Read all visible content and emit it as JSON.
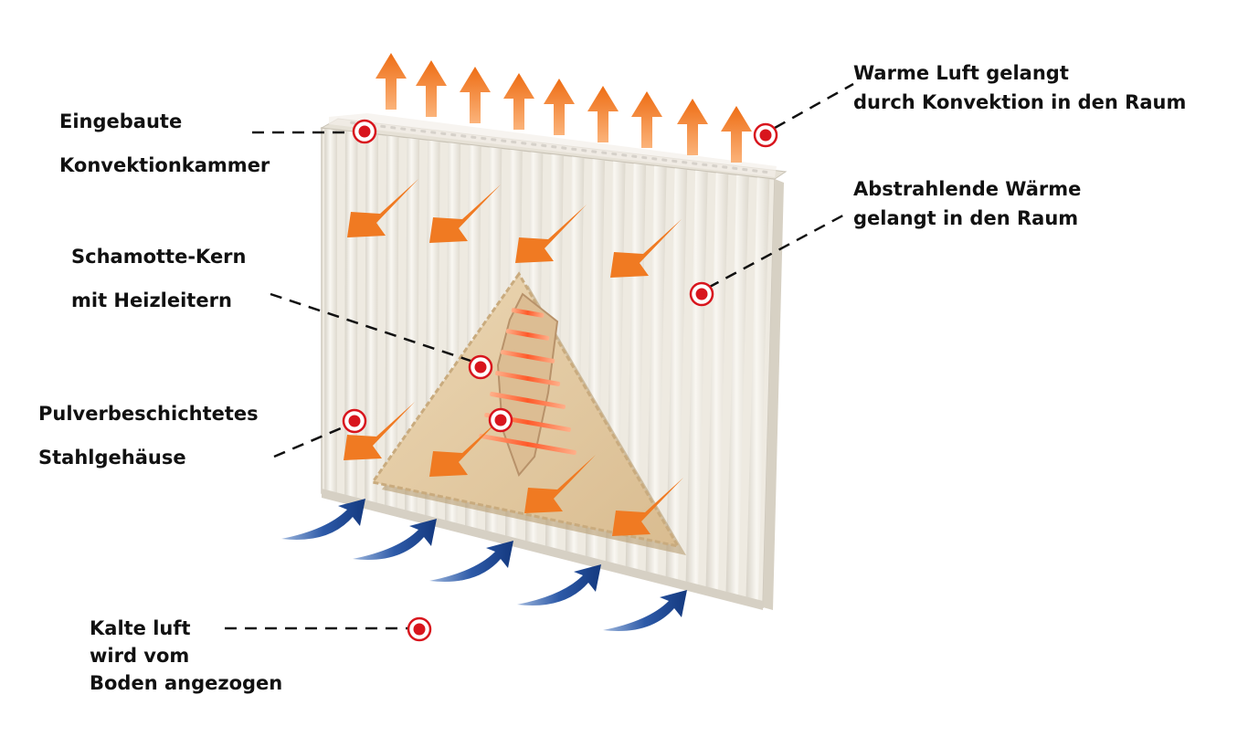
{
  "labels": {
    "convection_chamber": {
      "line1": "Eingebaute",
      "line2": "Konvektionkammer"
    },
    "warm_air": {
      "line1": "Warme Luft gelangt",
      "line2": "durch Konvektion in den Raum"
    },
    "radiant_heat": {
      "line1": "Abstrahlende Wärme",
      "line2": "gelangt in den Raum"
    },
    "fireclay_core": {
      "line1": "Schamotte-Kern",
      "line2": "mit Heizleitern"
    },
    "steel_housing": {
      "line1": "Pulverbeschichtetes",
      "line2": "Stahlgehäuse"
    },
    "cold_air": {
      "line1": "Kalte luft",
      "line2": "wird vom",
      "line3": "Boden angezogen"
    }
  },
  "colors": {
    "radiator_body": "#eeeae1",
    "radiator_edge": "#d2cdc2",
    "core": "#e2c8a0",
    "heating_wire": "#ff7a4d",
    "warm_arrow": "#f07a22",
    "cold_arrow": "#1f4e9e",
    "marker": "#d8151d",
    "leader_line": "#111111"
  },
  "icons": {
    "warm_air_arrow": "arrow-up-icon",
    "radiant_arrow": "arrow-down-left-icon",
    "cold_air_arrow": "curved-arrow-icon",
    "marker": "target-dot-icon"
  }
}
